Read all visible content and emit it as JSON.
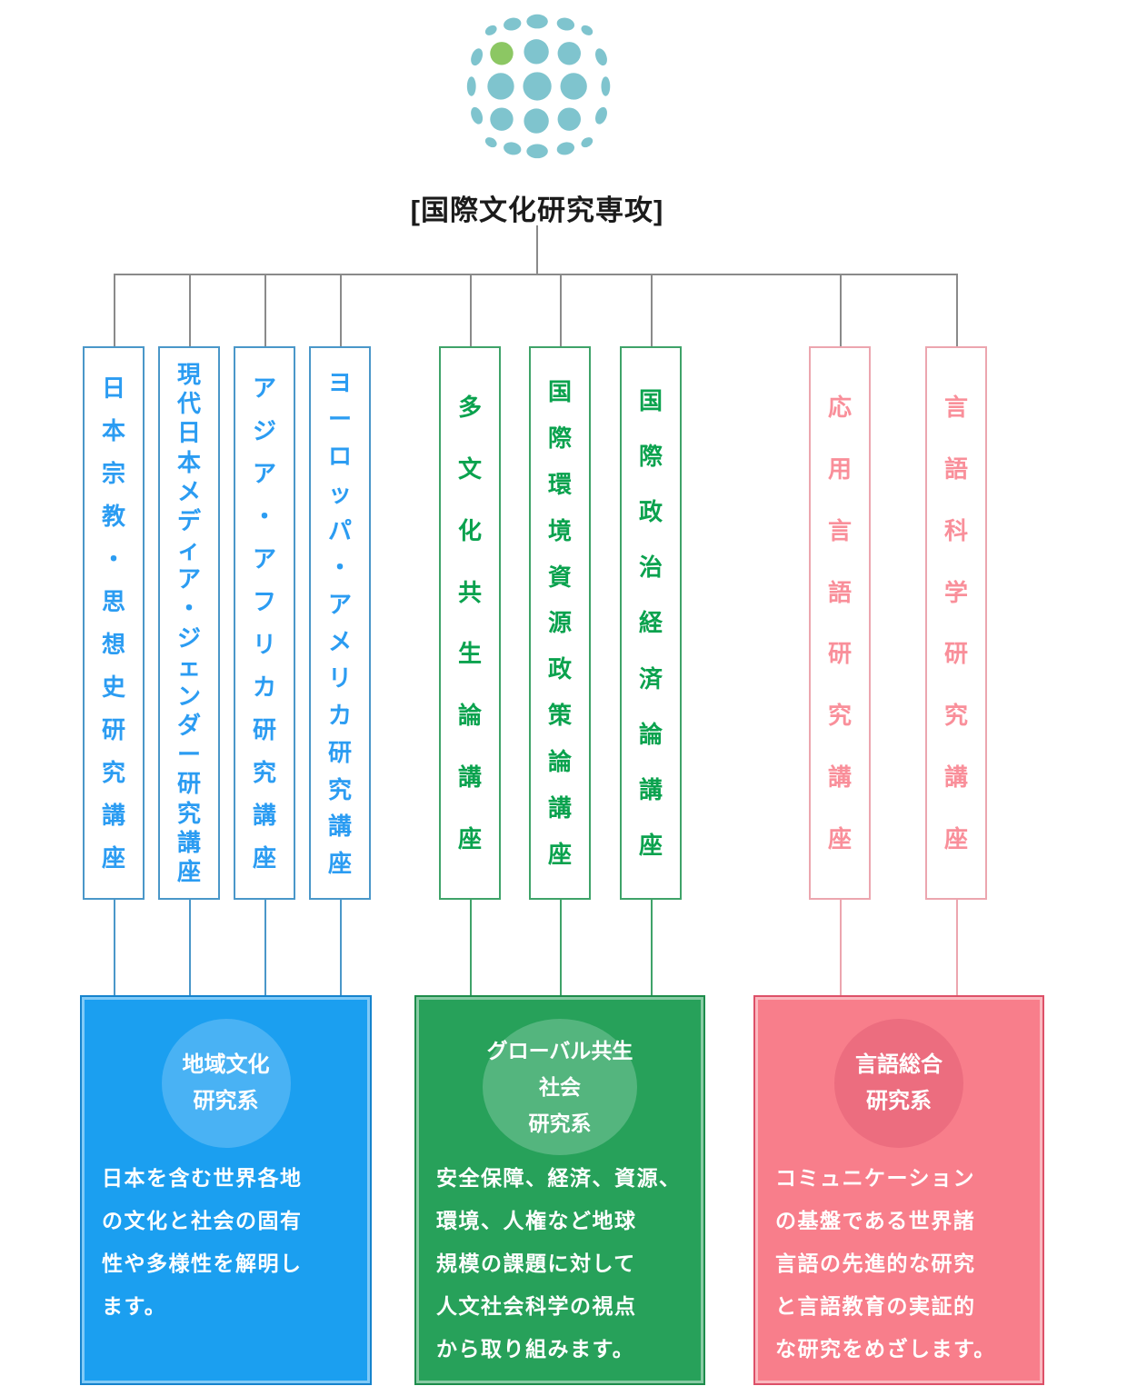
{
  "title": "[国際文化研究専攻]",
  "logo": {
    "name": "globe-dots-logo",
    "dot_color": "#7fc4ce",
    "accent_dot_color": "#8cc763"
  },
  "connector_color": "#8a8a8a",
  "groups": [
    {
      "name": "地域文化研究系",
      "accent": "#1b9ff0",
      "courses": [
        "日本宗教・思想史研究講座",
        "現代日本メディア・ジェンダー研究講座",
        "アジア・アフリカ研究講座",
        "ヨーロッパ・アメリカ研究講座"
      ],
      "panel": {
        "name_lines": [
          "地域文化",
          "研究系"
        ],
        "desc_lines": [
          "日本を含む世界各地",
          "の文化と社会の固有",
          "性や多様性を解明し",
          "ます。"
        ]
      }
    },
    {
      "name": "グローバル共生社会研究系",
      "accent": "#27a15a",
      "courses": [
        "多文化共生論講座",
        "国際環境資源政策論講座",
        "国際政治経済論講座"
      ],
      "panel": {
        "name_lines": [
          "グローバル共生社会",
          "研究系"
        ],
        "desc_lines": [
          "安全保障、経済、資源、",
          "環境、人権など地球",
          "規模の課題に対して",
          "人文社会科学の視点",
          "から取り組みます。"
        ]
      }
    },
    {
      "name": "言語総合研究系",
      "accent": "#f87e8b",
      "courses": [
        "応用言語研究講座",
        "言語科学研究講座"
      ],
      "panel": {
        "name_lines": [
          "言語総合",
          "研究系"
        ],
        "desc_lines": [
          "コミュニケーション",
          "の基盤である世界諸",
          "言語の先進的な研究",
          "と言語教育の実証的",
          "な研究をめざします。"
        ]
      }
    }
  ]
}
